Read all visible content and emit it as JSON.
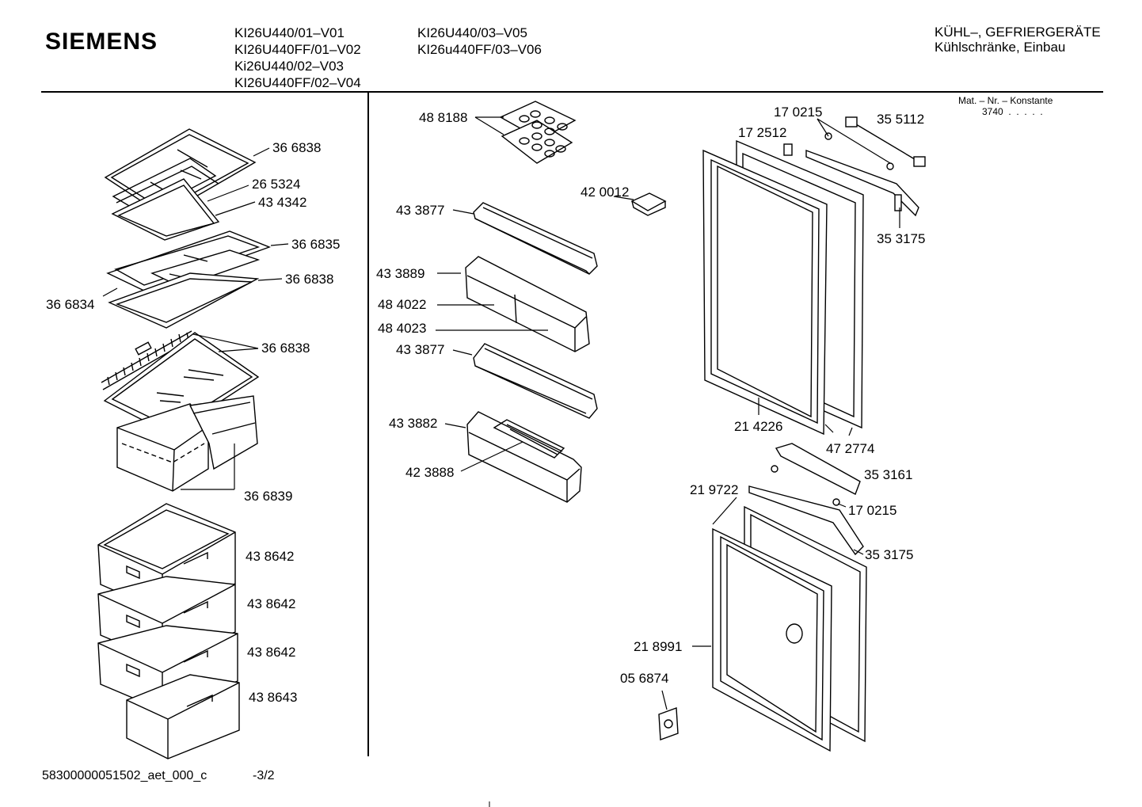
{
  "header": {
    "brand": "SIEMENS",
    "models_col1": [
      "KI26U440/01–V01",
      "KI26U440FF/01–V02",
      "Ki26U440/02–V03",
      "KI26U440FF/02–V04"
    ],
    "models_col2": [
      "KI26U440/03–V05",
      "KI26u440FF/03–V06"
    ],
    "category_line1": "KÜHL–, GEFRIERGERÄTE",
    "category_line2": "Kühlschränke, Einbau",
    "mat_label": "Mat. – Nr. – Konstante",
    "mat_value": "3740  .  .  .  .  ."
  },
  "parts": {
    "p01": "36 6838",
    "p02": "26 5324",
    "p03": "43 4342",
    "p04": "36 6835",
    "p05": "36 6838",
    "p06": "36 6834",
    "p07": "36 6838",
    "p08": "36 6839",
    "p09": "43 8642",
    "p10": "43 8642",
    "p11": "43 8642",
    "p12": "43 8643",
    "p13": "48 8188",
    "p14": "43 3877",
    "p15": "42 0012",
    "p16": "43 3889",
    "p17": "48 4022",
    "p18": "48 4023",
    "p19": "43 3877",
    "p20": "43 3882",
    "p21": "42 3888",
    "p22": "17 0215",
    "p23": "35 5112",
    "p24": "17 2512",
    "p25": "35 3175",
    "p26": "21 4226",
    "p27": "47 2774",
    "p28": "35 3161",
    "p29": "21 9722",
    "p30": "17 0215",
    "p31": "35 3175",
    "p32": "21 8991",
    "p33": "05 6874"
  },
  "footer": {
    "doc_id": "58300000051502_aet_000_c",
    "page": "-3/2"
  }
}
